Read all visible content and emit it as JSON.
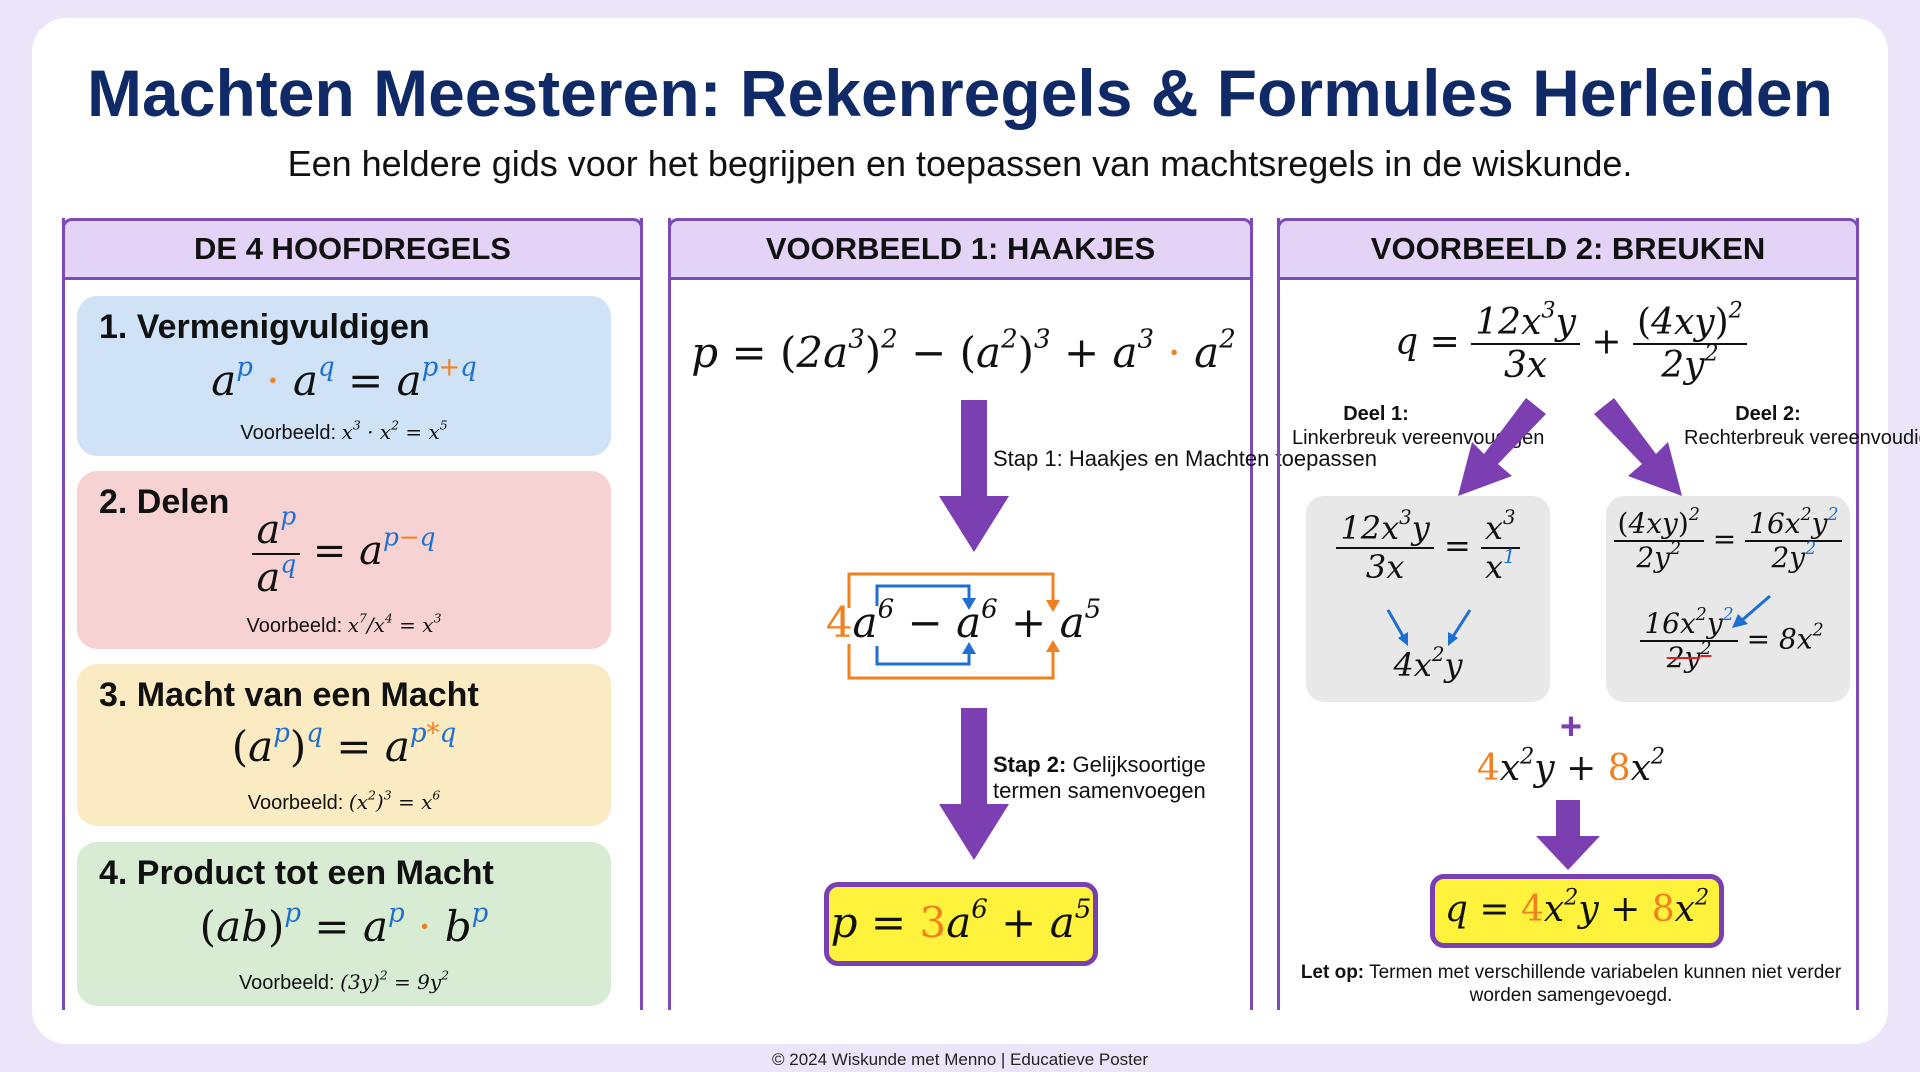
{
  "title": "Machten Meesteren: Rekenregels & Formules Herleiden",
  "subtitle": "Een heldere gids voor het begrijpen en toepassen van machtsregels in de wiskunde.",
  "columns": {
    "rules_header": "DE 4 HOOFDREGELS",
    "example1_header": "VOORBEELD 1: HAAKJES",
    "example2_header": "VOORBEELD 2: BREUKEN"
  },
  "rules": [
    {
      "title": "1. Vermenigvuldigen",
      "example_prefix": "Voorbeeld:",
      "color": "#cfe2f6"
    },
    {
      "title": "2. Delen",
      "example_prefix": "Voorbeeld:",
      "color": "#f7d2d2"
    },
    {
      "title": "3. Macht van een Macht",
      "example_prefix": "Voorbeeld:",
      "color": "#fbebc2"
    },
    {
      "title": "4. Product tot een Macht",
      "example_prefix": "Voorbeeld:",
      "color": "#d8ecd4"
    }
  ],
  "example1": {
    "step1": "Stap 1: Haakjes en Machten toepassen",
    "step2_bold": "Stap 2:",
    "step2_rest": "Gelijksoortige termen samenvoegen"
  },
  "example2": {
    "part1_bold": "Deel 1:",
    "part1_rest": "Linkerbreuk vereenvoudigen",
    "part2_bold": "Deel 2:",
    "part2_rest": "Rechterbreuk vereenvoudigen",
    "note_bold": "Let op:",
    "note_rest": "Termen met verschillende variabelen kunnen niet verder worden samengevoegd."
  },
  "footer": "© 2024 Wiskunde met Menno | Educatieve Poster",
  "colors": {
    "accent_purple": "#7c4bb8",
    "highlight_blue": "#1d6fd1",
    "highlight_orange": "#f08020",
    "answer_yellow": "#fff23c",
    "title_navy": "#0f2a66"
  }
}
